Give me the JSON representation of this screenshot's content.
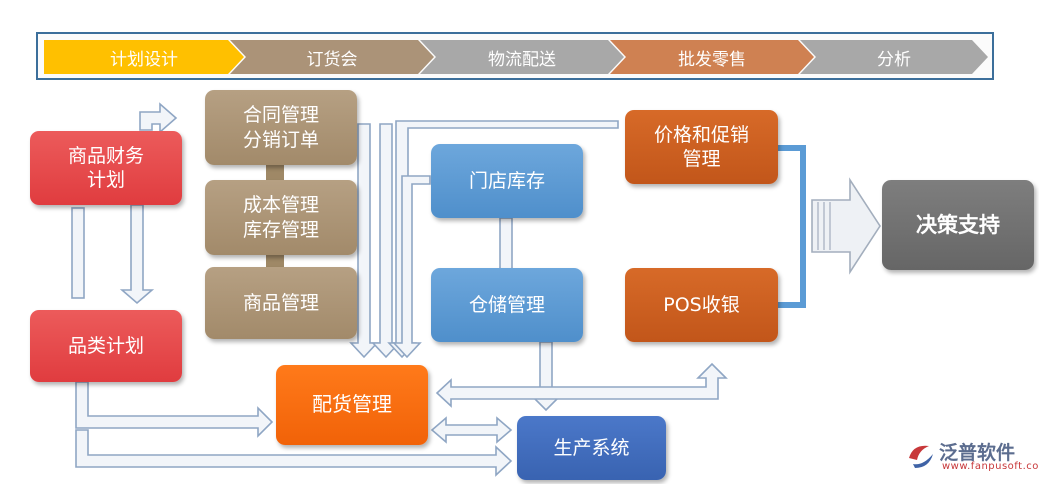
{
  "stages": [
    {
      "label": "计划设计",
      "color": "#ffc000"
    },
    {
      "label": "订货会",
      "color": "#ab9378"
    },
    {
      "label": "物流配送",
      "color": "#a8a8a8"
    },
    {
      "label": "批发零售",
      "color": "#cf8152"
    },
    {
      "label": "分析",
      "color": "#a8a8a8"
    }
  ],
  "nodes": {
    "finance_plan": "商品财务\n计划",
    "category_plan": "品类计划",
    "contract_mgmt": "合同管理\n分销订单",
    "cost_inventory": "成本管理\n库存管理",
    "product_mgmt": "商品管理",
    "store_inventory": "门店库存",
    "warehouse_mgmt": "仓储管理",
    "price_promo": "价格和促销\n管理",
    "pos_cashier": "POS收银",
    "distribution_mgmt": "配货管理",
    "production_system": "生产系统",
    "decision_support": "决策支持"
  },
  "logo": {
    "name": "泛普软件",
    "url": "www.fanpusoft.com"
  },
  "colors": {
    "border": "#3c6f9b",
    "arrow_fill": "#f2f5f9",
    "arrow_stroke": "#8fa6c4",
    "bracket": "#5b9bd5"
  }
}
